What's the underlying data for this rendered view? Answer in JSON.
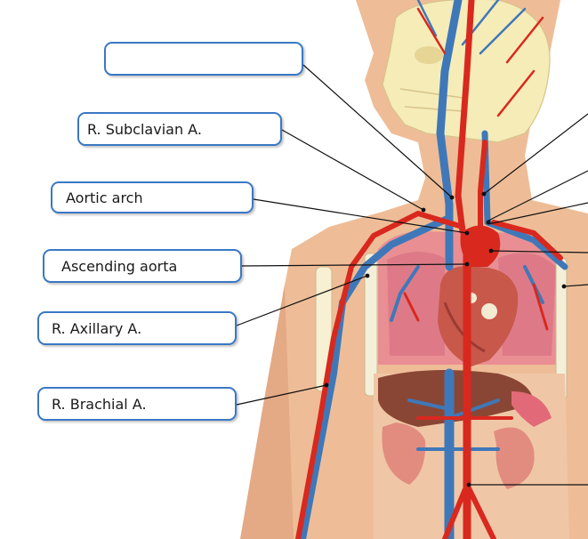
{
  "labels": {
    "top_blank": "",
    "r_subclavian": "R. Subclavian A.",
    "aortic_arch": "Aortic arch",
    "ascending_aorta": "Ascending aorta",
    "r_axillary": "R. Axillary A.",
    "r_brachial": "R. Brachial A."
  },
  "colors": {
    "label_border": "#3a78c4",
    "artery": "#d9281e",
    "vein": "#3f78b8",
    "skin": "#eebd97",
    "skull": "#f5ecb8"
  }
}
